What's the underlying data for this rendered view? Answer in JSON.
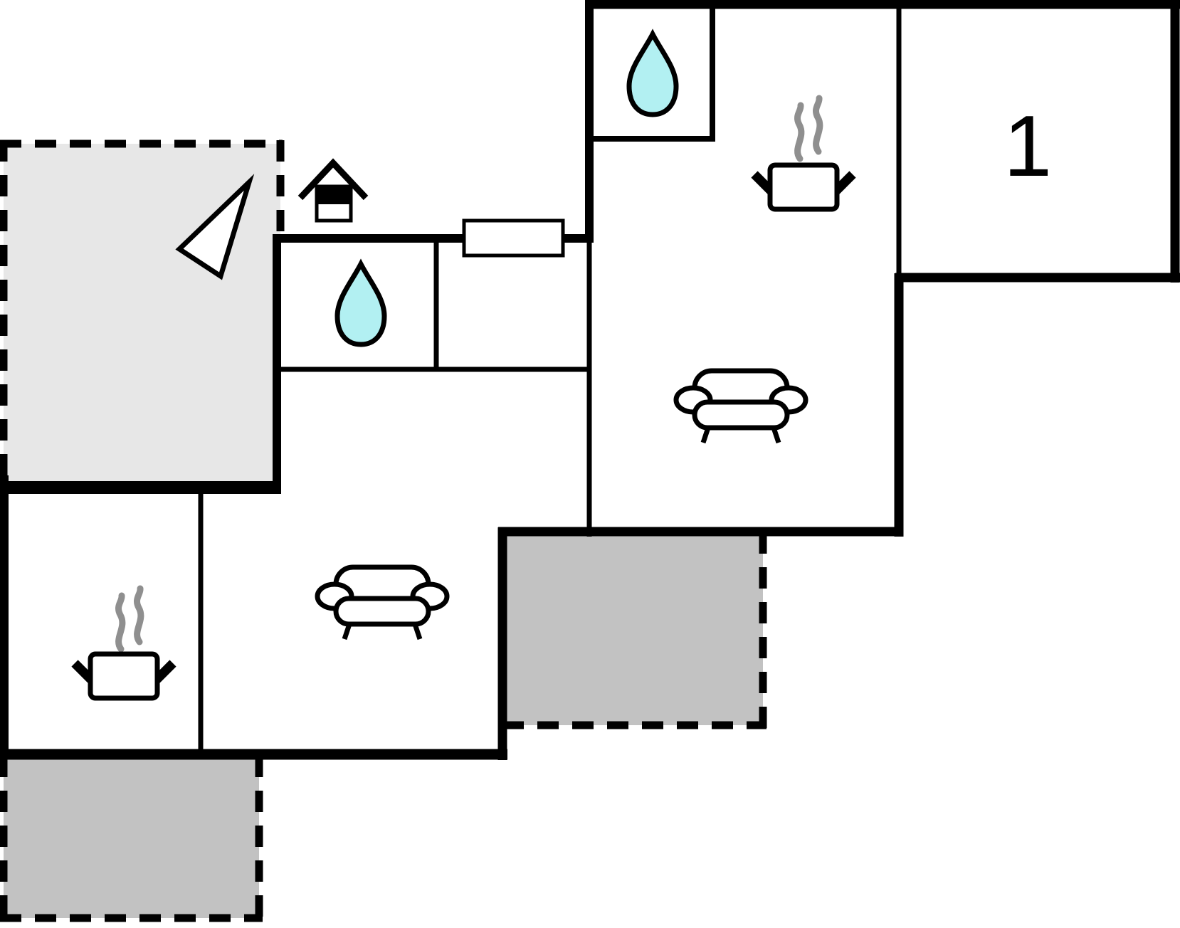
{
  "page": {
    "type": "holiday-home-floor-plan",
    "background": "#ffffff"
  },
  "colors": {
    "wall": "#000000",
    "terrace_light": "#e7e7e7",
    "terrace_dark": "#c2c2c2",
    "water": "#b2f0f2",
    "steam": "#8f8f8f",
    "fixture": "#ffffff"
  },
  "labels": {
    "bedroom_number": "1"
  },
  "icons": {
    "bathroom_top": "water-drop-icon",
    "bathroom_middle": "water-drop-icon",
    "kitchen_top": "cooking-pot-icon",
    "kitchen_bottom_left": "cooking-pot-icon",
    "lounge_top": "sofa-icon",
    "lounge_bottom": "sofa-icon",
    "entrance": "house-icon",
    "orientation": "north-arrow-icon",
    "window": "window-marker"
  }
}
